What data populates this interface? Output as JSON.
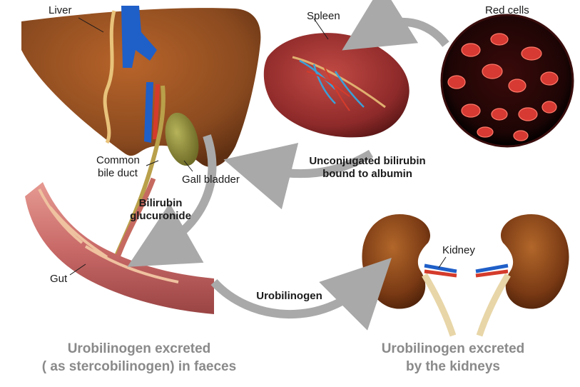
{
  "labels": {
    "liver": "Liver",
    "spleen": "Spleen",
    "red_cells": "Red cells",
    "common_bile_duct_1": "Common",
    "common_bile_duct_2": "bile duct",
    "gall_bladder": "Gall bladder",
    "unconjugated_1": "Unconjugated bilirubin",
    "unconjugated_2": "bound to albumin",
    "bilirubin_1": "Bilirubin",
    "bilirubin_2": "glucuronide",
    "kidney": "Kidney",
    "gut": "Gut",
    "urobilinogen": "Urobilinogen"
  },
  "captions": {
    "faeces_1": "Urobilinogen excreted",
    "faeces_2": "( as stercobilinogen) in faeces",
    "kidneys_1": "Urobilinogen excreted",
    "kidneys_2": "by the kidneys"
  },
  "colors": {
    "liver": "#8a4a1f",
    "spleen": "#8e2a2a",
    "red_cell": "#d63a33",
    "kidney": "#7a3a14",
    "gut": "#c96a68",
    "arrow": "#a9a9a9",
    "vein_blue": "#1f5fc8",
    "artery_red": "#d43b2b",
    "gall_bladder": "#8b8b3a",
    "caption_gray": "#8a8a8a"
  }
}
